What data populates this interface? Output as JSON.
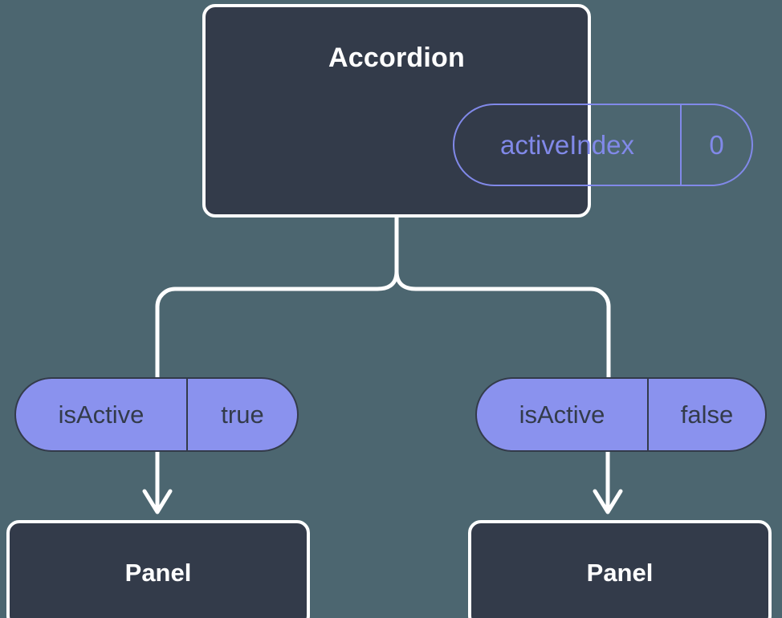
{
  "colors": {
    "background": "#4c6670",
    "card_fill": "#333b4a",
    "card_border": "#ffffff",
    "accent_purple": "#8189e9",
    "pill_fill": "#8a92ee",
    "pill_text": "#333b4a",
    "connector": "#ffffff"
  },
  "root": {
    "title": "Accordion",
    "state_badge": {
      "key": "activeIndex",
      "value": "0"
    }
  },
  "branches": [
    {
      "prop": {
        "key": "isActive",
        "value": "true"
      },
      "child": {
        "title": "Panel"
      }
    },
    {
      "prop": {
        "key": "isActive",
        "value": "false"
      },
      "child": {
        "title": "Panel"
      }
    }
  ]
}
